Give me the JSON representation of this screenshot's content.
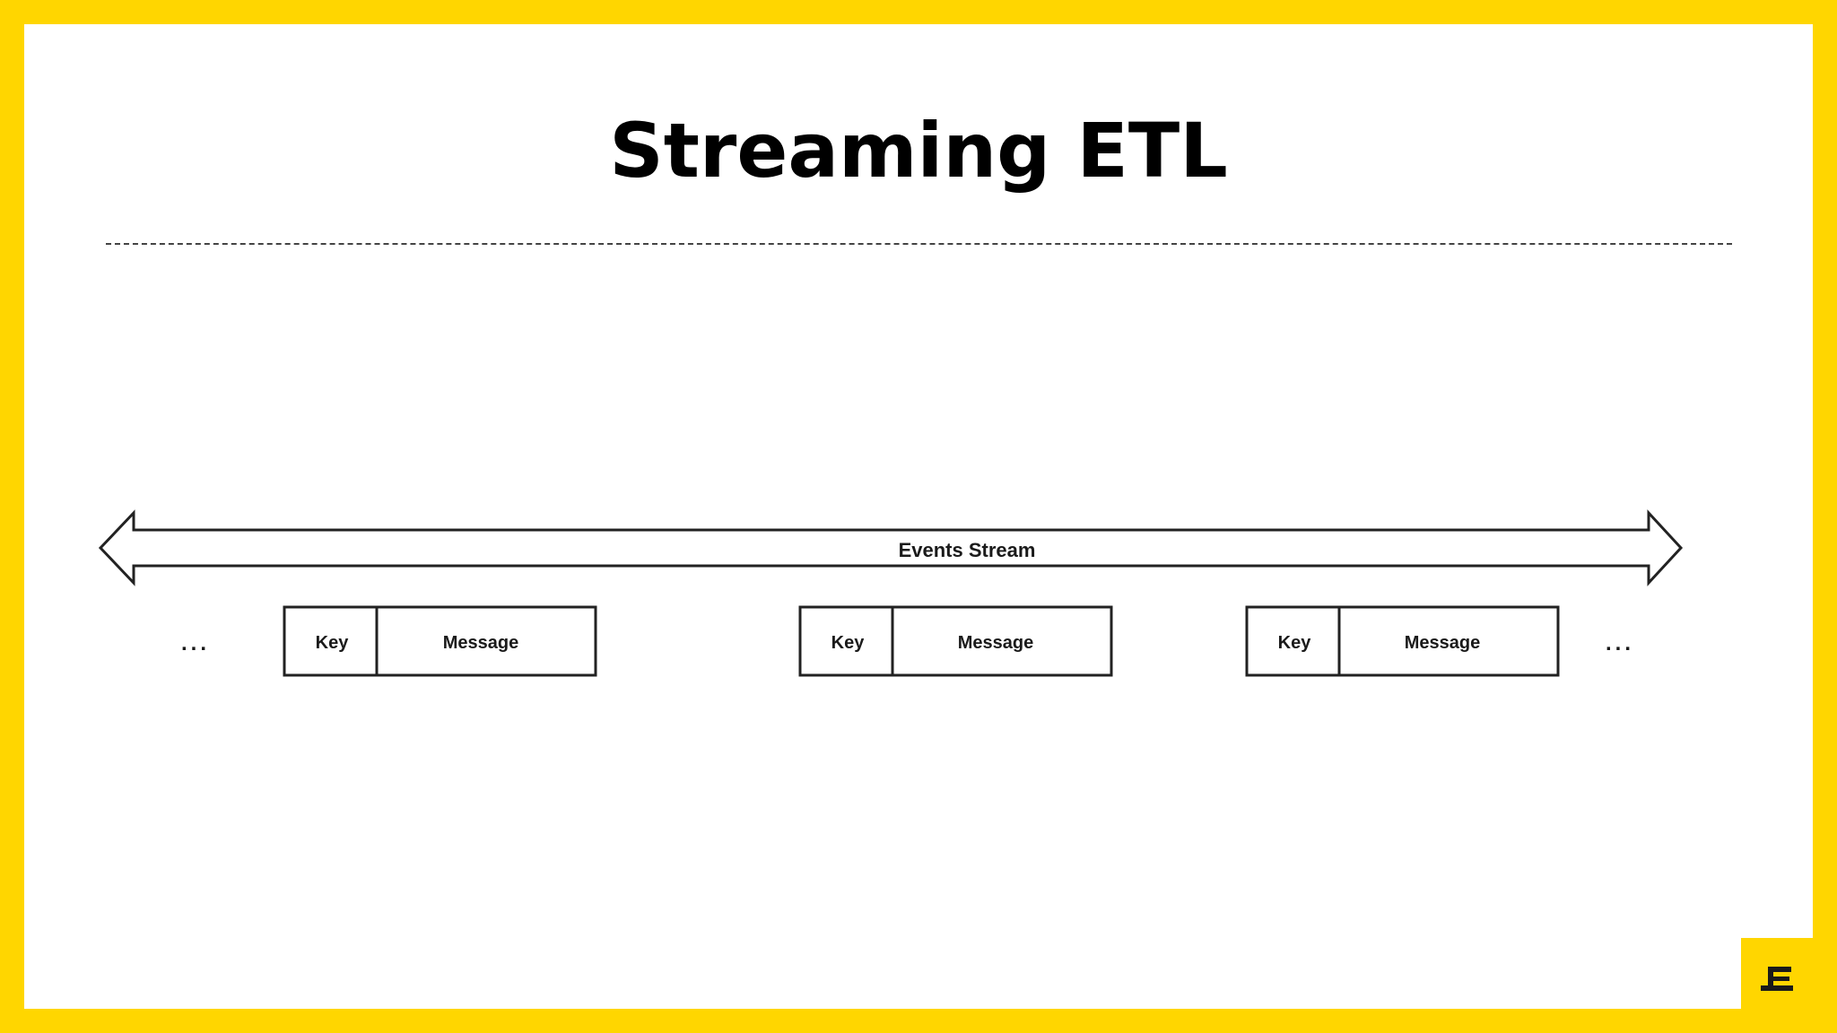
{
  "slide": {
    "title": "Streaming ETL",
    "border_color": "#FFD600",
    "background_color": "#FFFFFF"
  },
  "diagram": {
    "stream_label": "Events Stream",
    "ellipsis_left": "...",
    "ellipsis_right": "...",
    "records": [
      {
        "key_label": "Key",
        "message_label": "Message"
      },
      {
        "key_label": "Key",
        "message_label": "Message"
      },
      {
        "key_label": "Key",
        "message_label": "Message"
      }
    ]
  },
  "logo": {
    "icon": "brand-logo-icon",
    "color": "#1a1a1a"
  }
}
